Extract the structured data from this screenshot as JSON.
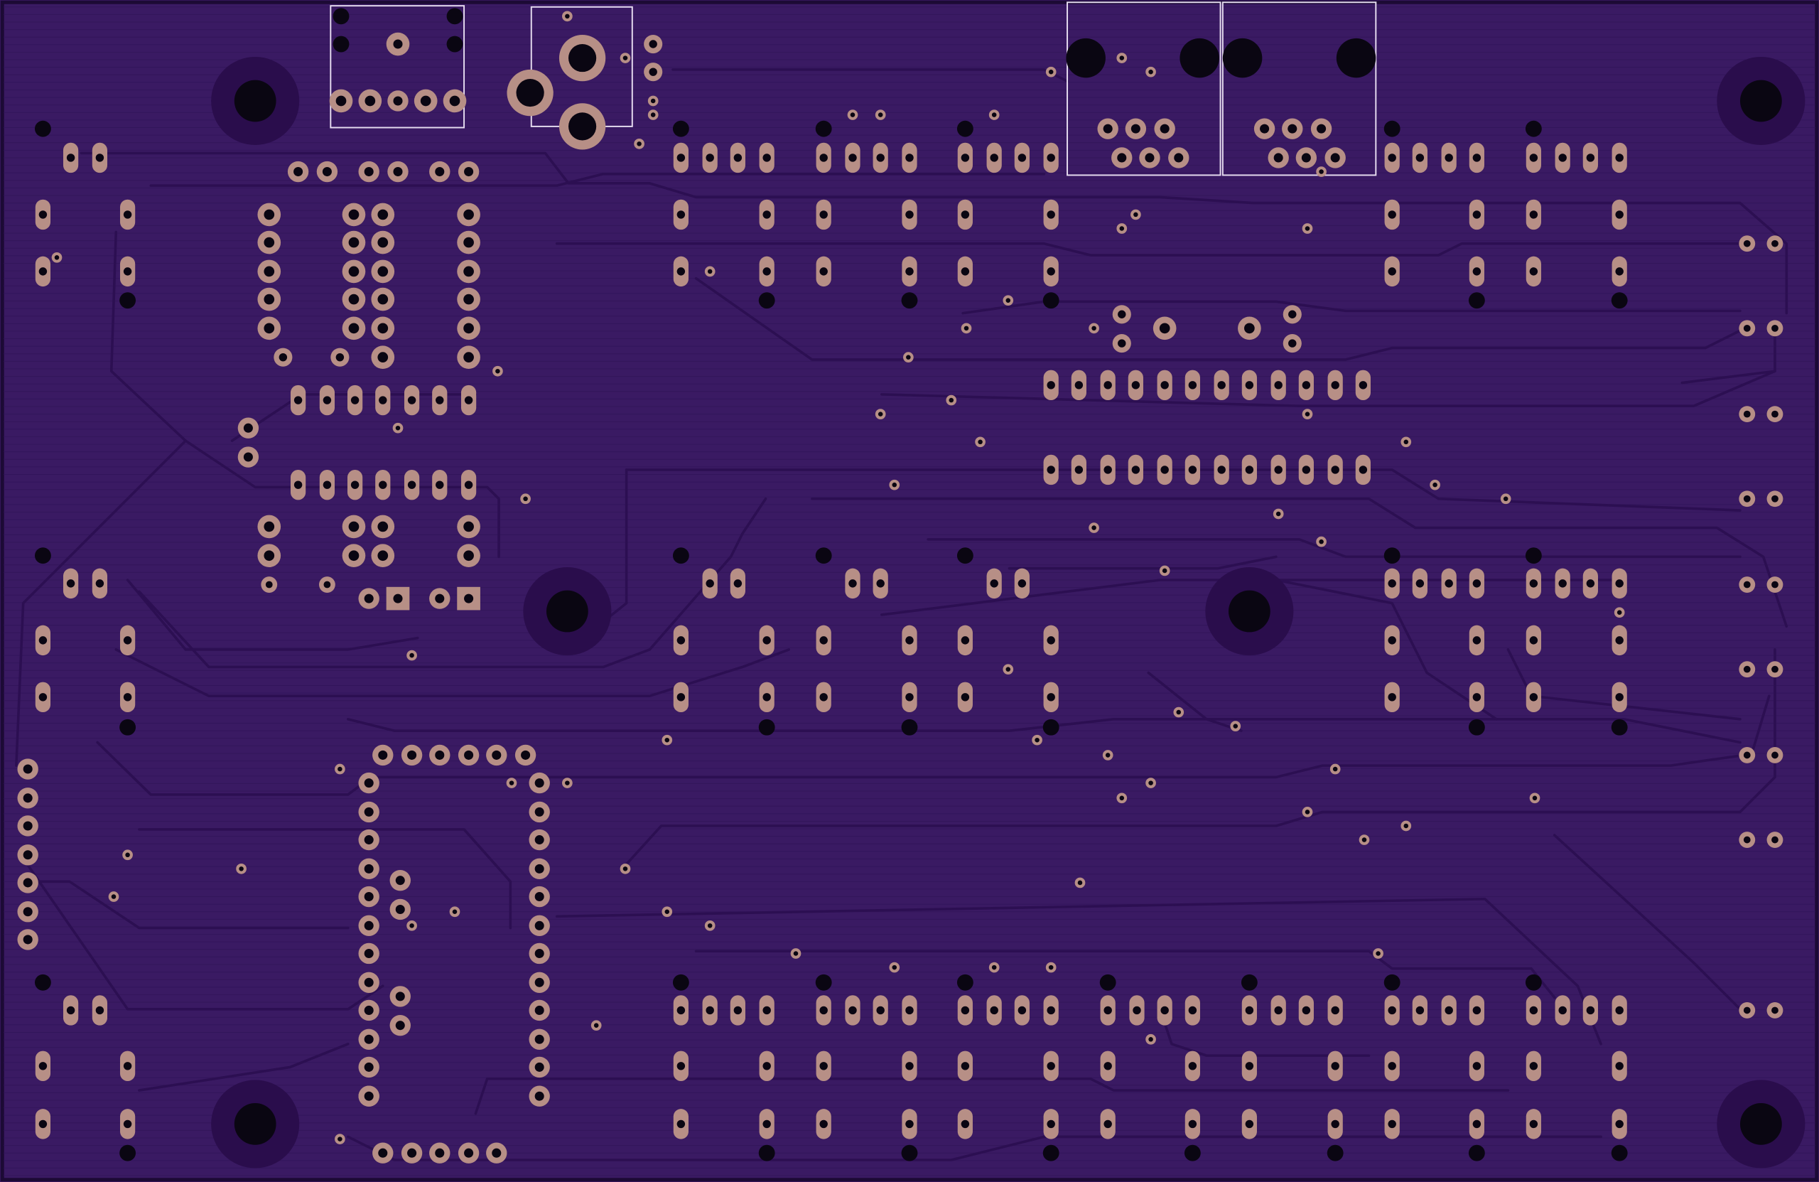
{
  "board": {
    "name": "pcb-bottom-layer-render",
    "colors": {
      "substrate": "#3f1670",
      "copper_fill": "#3a1a63",
      "trace": "#2c0f52",
      "pad": "#b78f86",
      "drill": "#0a0612",
      "mount_ring": "#2a0d4c",
      "silkscreen": "#e6dcf0",
      "edge": "#1c0a35"
    },
    "pad_legend": {
      "round": "through-hole",
      "oval": "dip-pin",
      "square": "pin-1-marker",
      "via": "small-via"
    }
  }
}
